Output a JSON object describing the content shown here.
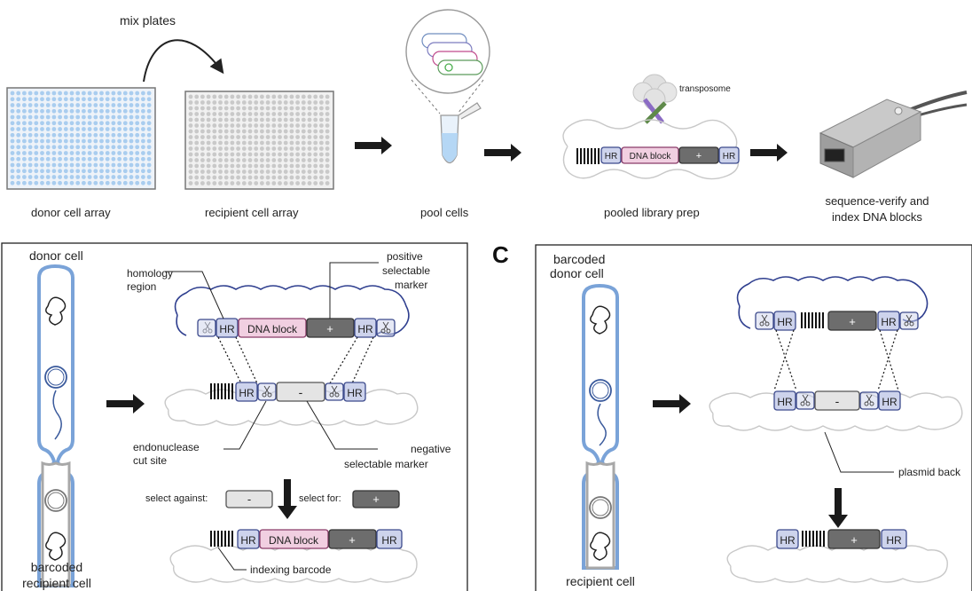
{
  "panel_a": {
    "mix_plates": "mix plates",
    "donor_array": "donor cell array",
    "recipient_array": "recipient cell array",
    "pool_cells": "pool cells",
    "transposome": "transposome",
    "library_prep": "pooled  library prep",
    "sequence_line1": "sequence-verify and",
    "sequence_line2": "index DNA blocks",
    "construct": {
      "hr": "HR",
      "block": "DNA block",
      "plus": "+"
    }
  },
  "panel_b": {
    "donor_cell": "donor cell",
    "homology_line1": "homology",
    "homology_line2": "region",
    "positive_line1": "positive",
    "positive_line2": "selectable",
    "positive_line3": "marker",
    "hr": "HR",
    "block": "DNA block",
    "plus": "+",
    "minus": "-",
    "endo_line1": "endonuclease",
    "endo_line2": "cut site",
    "negative_line1": "negative",
    "negative_line2": "selectable marker",
    "select_against": "select against:",
    "select_for": "select for:",
    "indexing_barcode": "indexing barcode",
    "recipient_line1": "barcoded",
    "recipient_line2": "recipient cell"
  },
  "panel_c": {
    "letter": "C",
    "donor_line1": "barcoded",
    "donor_line2": "donor cell",
    "hr": "HR",
    "plus": "+",
    "minus": "-",
    "plasmid_backbone": "plasmid back",
    "recipient_cell": "recipient cell"
  },
  "colors": {
    "plate_dot_blue": "#a9cdef",
    "plate_dot_grey": "#c9c9c9",
    "cell_outline_blue": "#7aa3d8",
    "cell_outline_grey": "#a8a8a8"
  }
}
